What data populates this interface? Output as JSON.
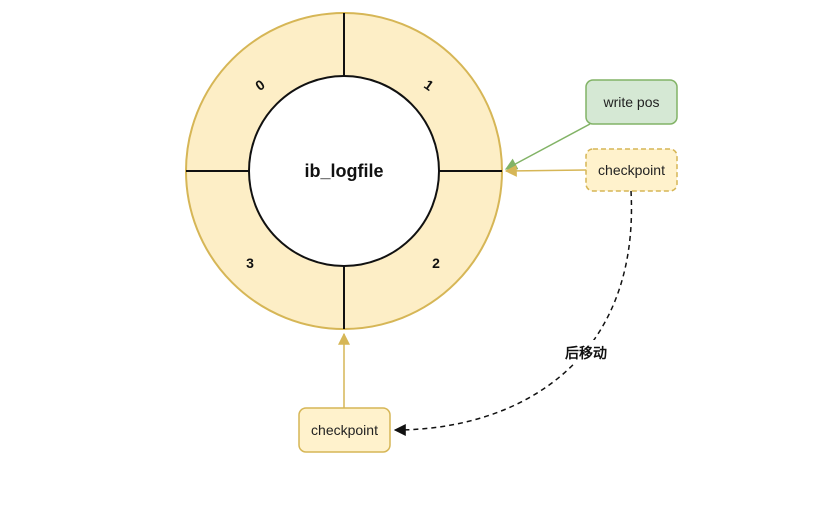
{
  "ring": {
    "center_label": "ib_logfile",
    "segments": [
      "0",
      "1",
      "2",
      "3"
    ]
  },
  "boxes": {
    "write_pos": "write pos",
    "checkpoint_right": "checkpoint",
    "checkpoint_bottom": "checkpoint"
  },
  "move_label": "后移动",
  "colors": {
    "ring_fill": "#fdeec6",
    "ring_stroke": "#d6b656",
    "inner_fill": "#ffffff",
    "write_pos_fill": "#d5e8d4",
    "write_pos_stroke": "#82b366",
    "checkpoint_fill": "#fff2cc",
    "checkpoint_stroke": "#d6b656",
    "divider": "#111111",
    "dashed_arrow": "#111111"
  }
}
